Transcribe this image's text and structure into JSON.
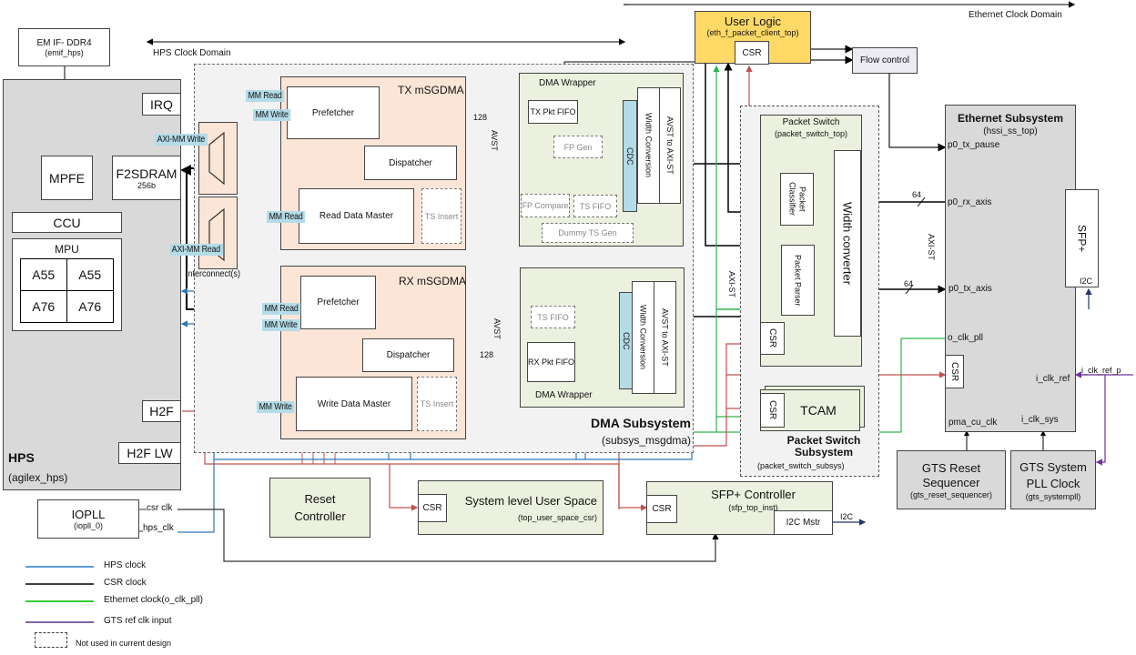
{
  "domains": {
    "hps_clock": "HPS Clock Domain",
    "ethernet_clock": "Ethernet Clock Domain"
  },
  "emif": {
    "title": "EM IF- DDR4",
    "sub": "(emif_hps)"
  },
  "hps": {
    "title": "HPS",
    "sub": "(agilex_hps)",
    "irq": "IRQ",
    "mpfe": "MPFE",
    "f2sdram": "F2SDRAM",
    "f2sdram_width": "256b",
    "ccu": "CCU",
    "mpu": "MPU",
    "cores": [
      "A55",
      "A55",
      "A76",
      "A76"
    ],
    "h2f": "H2F",
    "h2f_lw": "H2F LW"
  },
  "interconnect": {
    "label": "Interconnect(s)",
    "axi_write": "AXI-MM Write",
    "axi_read": "AXI-MM Read"
  },
  "tx_msgdma": {
    "title": "TX mSGDMA",
    "prefetcher": "Prefetcher",
    "dispatcher": "Dispatcher",
    "master": "Read Data Master",
    "ts_insert": "TS Insert",
    "mm_read": "MM Read",
    "mm_write": "MM Write",
    "mm_read_master": "MM Read"
  },
  "rx_msgdma": {
    "title": "RX mSGDMA",
    "prefetcher": "Prefetcher",
    "dispatcher": "Dispatcher",
    "master": "Write Data Master",
    "ts_insert": "TS Insert",
    "mm_read": "MM Read",
    "mm_write": "MM Write",
    "mm_write_master": "MM Write"
  },
  "tx_wrapper": {
    "title": "DMA Wrapper",
    "pkt_fifo": "TX Pkt FIFO",
    "fp_gen": "FP Gen",
    "fp_compare": "FP Compare",
    "ts_fifo": "TS FIFO",
    "dummy_ts": "Dummy TS Gen",
    "cdc": "CDC",
    "width_conv": "Width Conversion",
    "avst_axi": "AVST to AXI-ST"
  },
  "rx_wrapper": {
    "title": "DMA Wrapper",
    "ts_fifo": "TS FIFO",
    "pkt_fifo": "RX Pkt FIFO",
    "cdc": "CDC",
    "width_conv": "Width Conversion",
    "avst_axi": "AVST to AXI-ST"
  },
  "bus": {
    "width_128": "128",
    "width_64": "64",
    "avst": "AVST",
    "axist": "AXI-ST"
  },
  "dma_subsystem": {
    "title": "DMA Subsystem",
    "sub": "(subsys_msgdma)"
  },
  "user_logic": {
    "title": "User Logic",
    "sub": "(eth_f_packet_client_top)",
    "csr": "CSR"
  },
  "flow_control": "Flow control",
  "packet_switch": {
    "title": "Packet Switch",
    "sub": "(packet_switch_top)",
    "classifier": "Packet Classifier",
    "parser": "Packet Parser",
    "width_converter": "Width converter",
    "csr": "CSR",
    "tcam": "TCAM",
    "tcam_csr": "CSR",
    "subsystem_title": "Packet Switch Subsystem",
    "subsystem_sub": "(packet_switch_subsys)"
  },
  "ethernet": {
    "title": "Ethernet Subsystem",
    "sub": "(hssi_ss_top)",
    "ports": [
      "p0_tx_pause",
      "p0_rx_axis",
      "p0_tx_axis",
      "o_clk_pll",
      "i_clk_ref",
      "pma_cu_clk",
      "i_clk_sys"
    ],
    "csr": "CSR",
    "sfp": "SFP+",
    "i2c": "I2C",
    "clk_ref_p": "i_clk_ref_p"
  },
  "gts_reset": {
    "title": "GTS Reset Sequencer",
    "sub": "(gts_reset_sequencer)"
  },
  "gts_pll": {
    "title": "GTS System PLL Clock",
    "sub": "(gts_systempll)"
  },
  "iopll": {
    "title": "IOPLL",
    "sub": "(iopll_0)",
    "csr_clk": "csr clk",
    "hps_clk": "hps_clk"
  },
  "reset_controller": "Reset Controller",
  "user_space": {
    "title": "System level User Space",
    "sub": "(top_user_space_csr)",
    "csr": "CSR"
  },
  "sfp_controller": {
    "title": "SFP+ Controller",
    "sub": "(sfp_top_inst)",
    "csr": "CSR",
    "i2c_master": "I2C Mstr",
    "i2c": "I2C"
  },
  "legend": [
    {
      "label": "HPS clock",
      "color": "#5b9bd5"
    },
    {
      "label": "CSR clock",
      "color": "#404040"
    },
    {
      "label": "Ethernet clock(o_clk_pll)",
      "color": "#33cc33"
    },
    {
      "label": "GTS ref clk input",
      "color": "#8064a2"
    },
    {
      "label": "Not used in current design",
      "color": "#404040"
    }
  ],
  "colors": {
    "hps_clock": "#2e75b6",
    "csr_clock": "#000000",
    "ethernet_clock": "#2db34a",
    "gts_ref": "#7030a0",
    "reset": "#c0504d"
  }
}
